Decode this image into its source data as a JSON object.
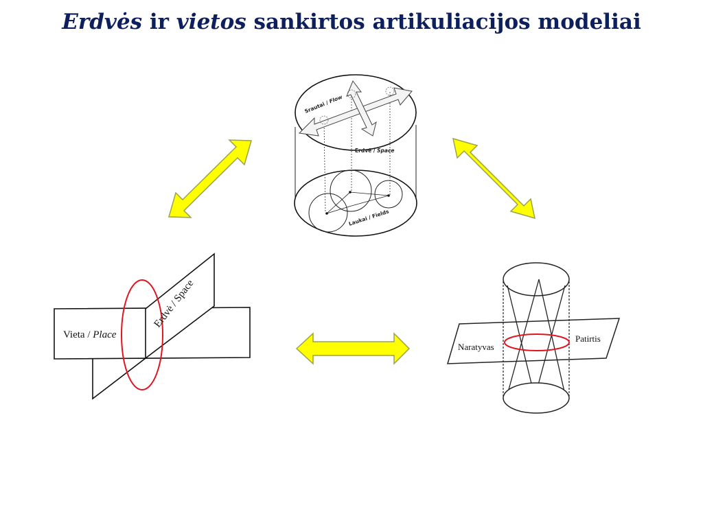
{
  "title": {
    "part1": "Erdvės",
    "part2": " ir ",
    "part3": "vietos",
    "part4": " sankirtos artikuliacijos modeliai"
  },
  "top_diagram": {
    "flow_label": "Srautai / ",
    "flow_label_italic": "Flow",
    "space_label": "Erdvė / ",
    "space_label_italic": "Space",
    "fields_label": "Laukai / Fields"
  },
  "left_diagram": {
    "place_label": "Vieta / ",
    "place_label_italic": "Place",
    "space_label": "Erdvė / Space"
  },
  "right_diagram": {
    "left_label": "Naratyvas",
    "right_label": "Patirtis"
  },
  "colors": {
    "arrow_fill": "#ffff00",
    "arrow_stroke": "#9aa24a",
    "ring": "#e0141e",
    "title": "#0d1f5c"
  }
}
